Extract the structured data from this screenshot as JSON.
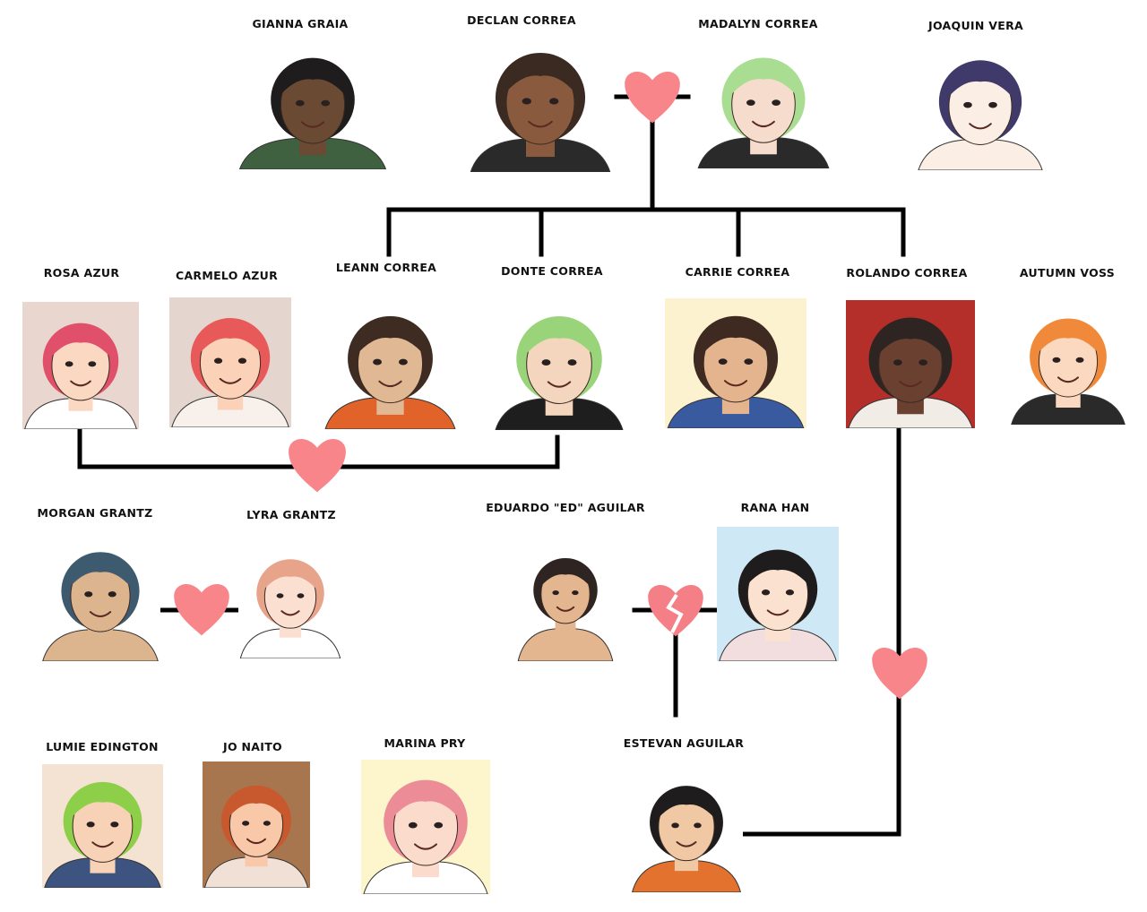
{
  "colors": {
    "line": "#000000",
    "heart": "#f7858a",
    "broken_heart": "#f47f86"
  },
  "characters": [
    {
      "id": "gianna",
      "name": "GIANNA GRAIA",
      "bg": "#ffffff",
      "skin": "#6b4a34",
      "hair": "#1e1c1c",
      "shirt": "#3f6140"
    },
    {
      "id": "declan",
      "name": "DECLAN CORREA",
      "bg": "#ffffff",
      "skin": "#8a5a3e",
      "hair": "#3a2a22",
      "shirt": "#2a2a2a"
    },
    {
      "id": "madalyn",
      "name": "MADALYN CORREA",
      "bg": "#ffffff",
      "skin": "#f5dccc",
      "hair": "#a9dd92",
      "shirt": "#2a2a2a"
    },
    {
      "id": "joaquin",
      "name": "JOAQUIN VERA",
      "bg": "#ffffff",
      "skin": "#fbeee4",
      "hair": "#403a6a",
      "shirt": "#fbeee4"
    },
    {
      "id": "rosa",
      "name": "ROSA AZUR",
      "bg": "#e8d6cf",
      "skin": "#fbd8c2",
      "hair": "#e0506a",
      "shirt": "#ffffff"
    },
    {
      "id": "carmelo",
      "name": "CARMELO AZUR",
      "bg": "#e4d5cf",
      "skin": "#fbd2b8",
      "hair": "#e85a5a",
      "shirt": "#f8f0ea"
    },
    {
      "id": "leann",
      "name": "LEANN CORREA",
      "bg": "#ffffff",
      "skin": "#e0b894",
      "hair": "#3e2b22",
      "shirt": "#e2632a"
    },
    {
      "id": "donte",
      "name": "DONTE CORREA",
      "bg": "#ffffff",
      "skin": "#f3d6bd",
      "hair": "#9ad47a",
      "shirt": "#1e1e1e"
    },
    {
      "id": "carrie",
      "name": "CARRIE CORREA",
      "bg": "#fdf2cf",
      "skin": "#e4b48e",
      "hair": "#3e2a20",
      "shirt": "#3a5aa0"
    },
    {
      "id": "rolando",
      "name": "ROLANDO CORREA",
      "bg": "#b42e2a",
      "skin": "#6a4030",
      "hair": "#2e2522",
      "shirt": "#f2ece6"
    },
    {
      "id": "autumn",
      "name": "AUTUMN VOSS",
      "bg": "#ffffff",
      "skin": "#fbd8c0",
      "hair": "#f08a3a",
      "shirt": "#2a2a2a"
    },
    {
      "id": "morgan",
      "name": "MORGAN GRANTZ",
      "bg": "#ffffff",
      "skin": "#dcb48e",
      "hair": "#3e5a6e",
      "shirt": "#dcb48e"
    },
    {
      "id": "lyra",
      "name": "LYRA GRANTZ",
      "bg": "#ffffff",
      "skin": "#fbe0d2",
      "hair": "#e8a48a",
      "shirt": "#ffffff"
    },
    {
      "id": "eduardo",
      "name": "EDUARDO \"ED\" AGUILAR",
      "bg": "#ffffff",
      "skin": "#e4b690",
      "hair": "#2e2522",
      "shirt": "#e4b690"
    },
    {
      "id": "rana",
      "name": "RANA HAN",
      "bg": "#cfe8f6",
      "skin": "#fbe2d0",
      "hair": "#1e1c1c",
      "shirt": "#f2dede"
    },
    {
      "id": "lumie",
      "name": "LUMIE EDINGTON",
      "bg": "#f4e2d2",
      "skin": "#f8d2b6",
      "hair": "#8ecf4a",
      "shirt": "#3e5480"
    },
    {
      "id": "jo",
      "name": "JO NAITO",
      "bg": "#a8764e",
      "skin": "#f8c8a8",
      "hair": "#c8582e",
      "shirt": "#f0e0d6"
    },
    {
      "id": "marina",
      "name": "MARINA PRY",
      "bg": "#fdf6cc",
      "skin": "#fbdccc",
      "hair": "#ec8c96",
      "shirt": "#ffffff"
    },
    {
      "id": "estevan",
      "name": "ESTEVAN AGUILAR",
      "bg": "#ffffff",
      "skin": "#f0c8a4",
      "hair": "#1e1c1c",
      "shirt": "#e2722e"
    }
  ]
}
